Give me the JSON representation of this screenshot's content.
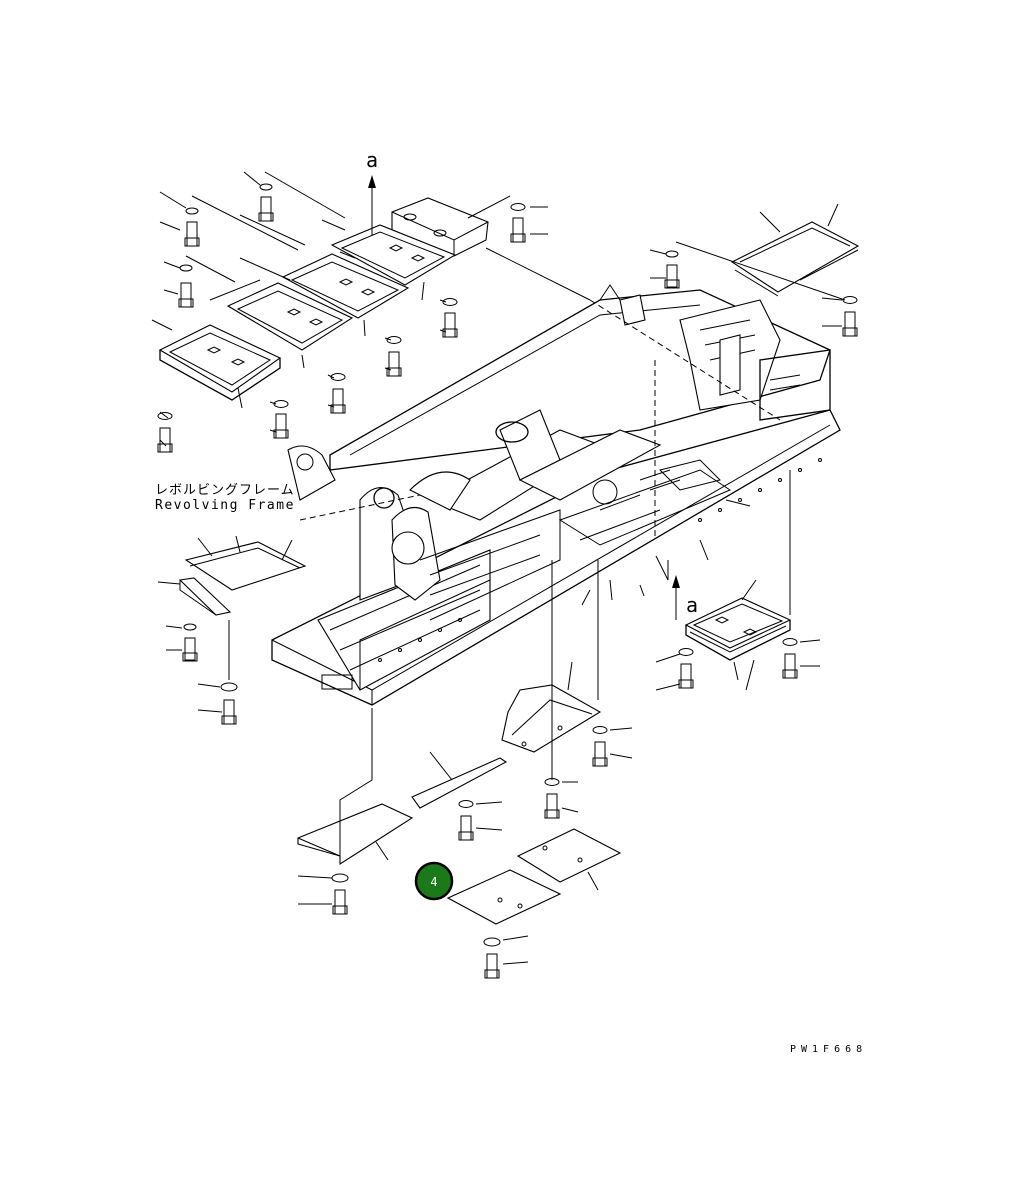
{
  "frame_label": {
    "jp": "レボルビングフレーム",
    "en": "Revolving Frame"
  },
  "arrow_labels": {
    "top": "a",
    "bottom": "a"
  },
  "callout": {
    "number": "4",
    "color": "#1a7a1a"
  },
  "drawing_code": "PW1F668"
}
